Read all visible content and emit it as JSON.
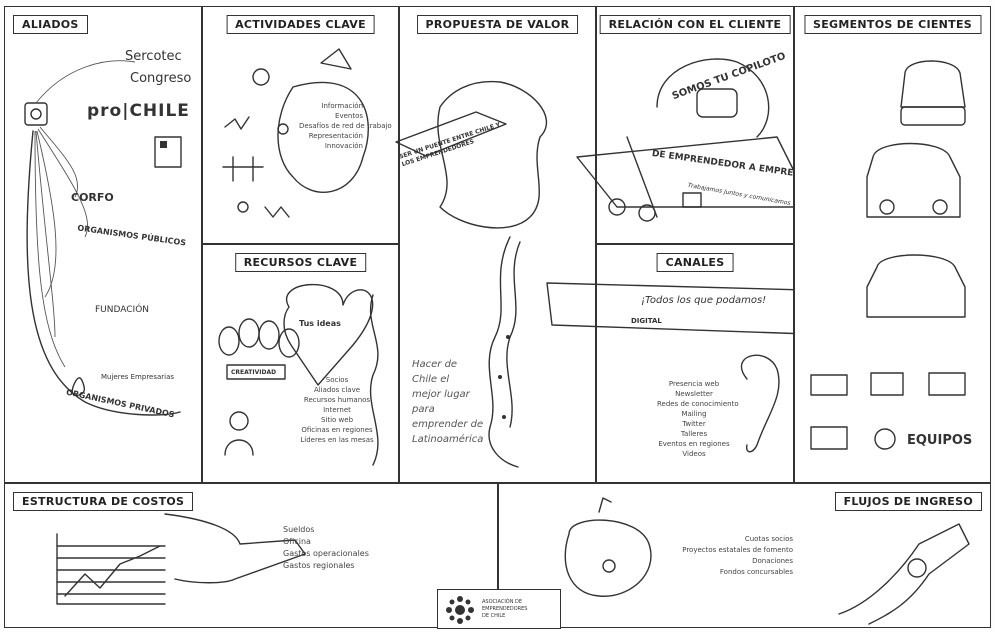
{
  "blocks": {
    "aliados": {
      "title": "ALIADOS",
      "partners": {
        "sercotec": "Sercotec",
        "congreso": "Congreso",
        "prochile": "pro|CHILE",
        "corfo": "CORFO",
        "organismos_publicos": "ORGANISMOS PÚBLICOS",
        "fundacion": "FUNDACIÓN",
        "empresarios": "Mujeres Empresarias",
        "organismos_privados": "ORGANISMOS PRIVADOS"
      }
    },
    "actividades": {
      "title": "ACTIVIDADES CLAVE",
      "items": [
        "Información",
        "Eventos",
        "Desafíos de red de trabajo",
        "Representación",
        "Innovación"
      ]
    },
    "propuesta": {
      "title": "PROPUESTA DE VALOR",
      "banner": "SER UN PUENTE ENTRE CHILE Y LOS EMPRENDEDORES",
      "quote": [
        "Hacer de",
        "Chile el",
        "mejor lugar",
        "para",
        "emprender de",
        "Latinoamérica"
      ]
    },
    "relacion": {
      "title": "RELACIÓN CON EL CLIENTE",
      "arc_text": "SOMOS TU COPILOTO",
      "banner": "DE EMPRENDEDOR A EMPRESARIO",
      "tagline": "Trabajamos juntos y comunicamos"
    },
    "segmentos": {
      "title": "SEGMENTOS DE CIENTES",
      "equipos_label": "EQUIPOS"
    },
    "recursos": {
      "title": "RECURSOS CLAVE",
      "heart_label": "Tus ideas",
      "badge_label": "CREATIVIDAD",
      "items": [
        "Socios",
        "Aliados clave",
        "Recursos humanos",
        "Internet",
        "Sitio web",
        "Oficinas en regiones",
        "Líderes en las mesas"
      ]
    },
    "canales": {
      "title": "CANALES",
      "banner": "¡Todos los que podamos!",
      "badge": "DIGITAL",
      "items": [
        "Presencia web",
        "Newsletter",
        "Redes de conocimiento",
        "Mailing",
        "Twitter",
        "Talleres",
        "Eventos en regiones",
        "Videos"
      ]
    },
    "costos": {
      "title": "ESTRUCTURA DE COSTOS",
      "items": [
        "Sueldos",
        "Oficina",
        "Gastos operacionales",
        "Gastos regionales"
      ]
    },
    "ingresos": {
      "title": "FLUJOS DE INGRESO",
      "items": [
        "Cuotas socios",
        "Proyectos estatales de fomento",
        "Donaciones",
        "Fondos concursables"
      ]
    },
    "logo": {
      "text": [
        "ASOCIACIÓN DE",
        "EMPRENDEDORES",
        "DE CHILE"
      ]
    }
  }
}
